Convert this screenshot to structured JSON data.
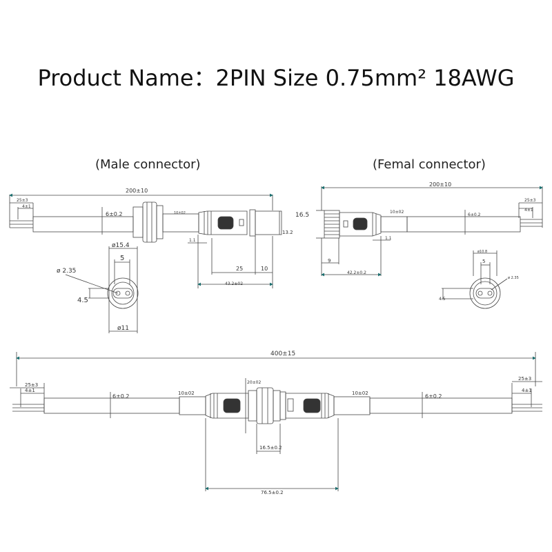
{
  "title": "Product Name：2PIN Size 0.75mm² 18AWG",
  "male": {
    "label": "(Male connector)",
    "len": "200±10",
    "strip": "25±3",
    "strip_inner": "4±1",
    "dia": "6±0.2",
    "nut": "10±02",
    "d1": "1.1",
    "h": "13.2",
    "a": "25",
    "b": "10",
    "total": "43.2±02",
    "face_dia": "ø15.4",
    "face_w": "5",
    "pin_dia": "ø 2.35",
    "face_h": "4.5",
    "face_dia2": "ø11"
  },
  "female": {
    "label": "(Femal connector)",
    "len": "200±10",
    "strip": "25±3",
    "strip_inner": "4±1",
    "dia": "6±0.2",
    "nut": "10±02",
    "d1": "1.1",
    "h": "16.5",
    "thread": "9",
    "total": "42.2±0.2",
    "face_dia": "ø10.8",
    "face_w": "5",
    "pin_dia": "ø 2.35",
    "face_h": "4.5"
  },
  "assembly": {
    "len": "400±15",
    "strip_l": "25±3",
    "strip_inner_l": "4±1",
    "dia_l": "6±0.2",
    "nut_l": "10±02",
    "nut_top": "20±02",
    "nut_r": "10±02",
    "dia_r": "6±0.2",
    "strip_r": "25±3",
    "strip_inner_r": "4±1",
    "mid": "16.5±0.2",
    "total": "76.5±0.2"
  }
}
